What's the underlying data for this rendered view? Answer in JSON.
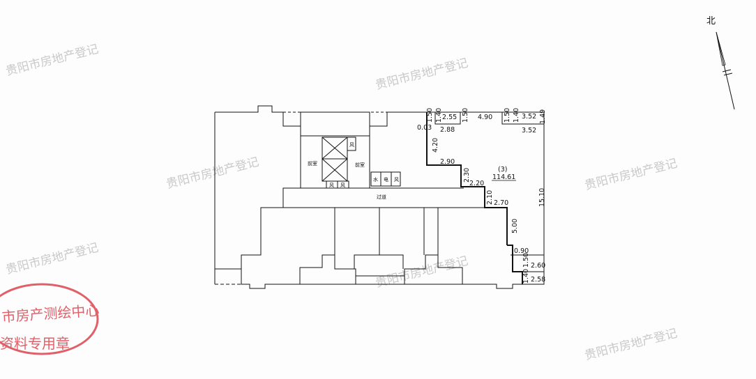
{
  "compass": {
    "label": "北"
  },
  "rooms": {
    "stair_left": "前室",
    "stair_right": "前室",
    "wind_top": "风",
    "wind_bottom_1": "风",
    "wind_bottom_2": "风",
    "water": "水",
    "power": "电",
    "wind_right": "风",
    "corridor": "过道"
  },
  "unit": {
    "id": "(3)",
    "area": "114.61"
  },
  "dimensions": {
    "d_150_a": "1.50",
    "d_003": "0.03",
    "d_140_a": "1.40",
    "d_255": "2.55",
    "d_288": "2.88",
    "d_150_b": "1.50",
    "d_490": "4.90",
    "d_150_c": "1.50",
    "d_140_b": "1.40",
    "d_352_a": "3.52",
    "d_352_b": "3.52",
    "d_149": "1.49",
    "d_420": "4.20",
    "d_290": "2.90",
    "d_230": "2.30",
    "d_220": "2.20",
    "d_210": "2.10",
    "d_270": "2.70",
    "d_1510": "15.10",
    "d_500": "5.00",
    "d_090": "0.90",
    "d_150_d": "1.50",
    "d_260": "2.60",
    "d_140_c": "1.40",
    "d_258": "2.58"
  },
  "seal": {
    "line1": "市房产测绘中心",
    "line2": "资料专用章"
  },
  "watermark": {
    "text": "贵阳市房地产登记"
  },
  "colors": {
    "line": "#111111",
    "seal": "#e0606a",
    "watermark": "#c9c9c9"
  }
}
